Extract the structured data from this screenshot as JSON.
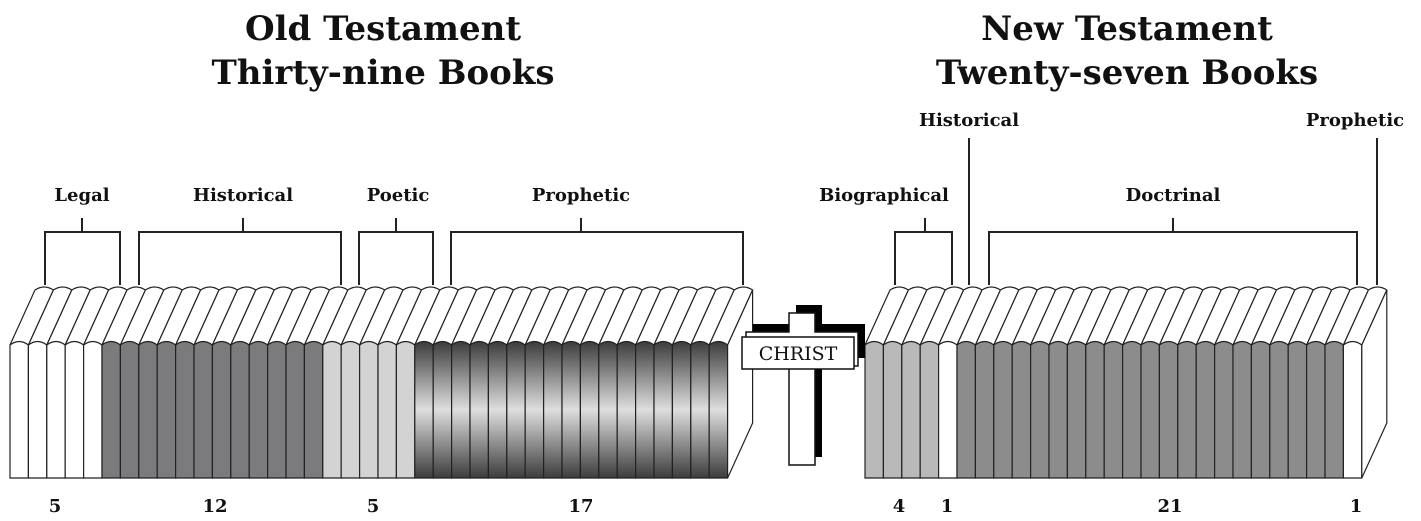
{
  "old_testament": {
    "title_line1": "Old Testament",
    "title_line2": "Thirty-nine Books",
    "divisions": [
      {
        "label": "Legal",
        "count": "5",
        "books": 5,
        "color": "#ffffff",
        "style": "plain"
      },
      {
        "label": "Historical",
        "count": "12",
        "books": 12,
        "color": "#7b7b7d",
        "style": "plain"
      },
      {
        "label": "Poetic",
        "count": "5",
        "books": 5,
        "color": "#d3d3d3",
        "style": "plain"
      },
      {
        "label": "Prophetic",
        "count": "17",
        "books": 17,
        "color": "#6d6d6d",
        "style": "gradient"
      }
    ]
  },
  "center": {
    "label": "CHRIST"
  },
  "new_testament": {
    "title_line1": "New Testament",
    "title_line2": "Twenty-seven Books",
    "divisions": [
      {
        "label": "Biographical",
        "count": "4",
        "books": 4,
        "color": "#b9b9b9",
        "style": "plain"
      },
      {
        "label": "Historical",
        "count": "1",
        "books": 1,
        "color": "#ffffff",
        "style": "plain"
      },
      {
        "label": "Doctrinal",
        "count": "21",
        "books": 21,
        "color": "#8c8c8c",
        "style": "plain"
      },
      {
        "label": "Prophetic",
        "count": "1",
        "books": 1,
        "color": "#ffffff",
        "style": "plain"
      }
    ]
  }
}
